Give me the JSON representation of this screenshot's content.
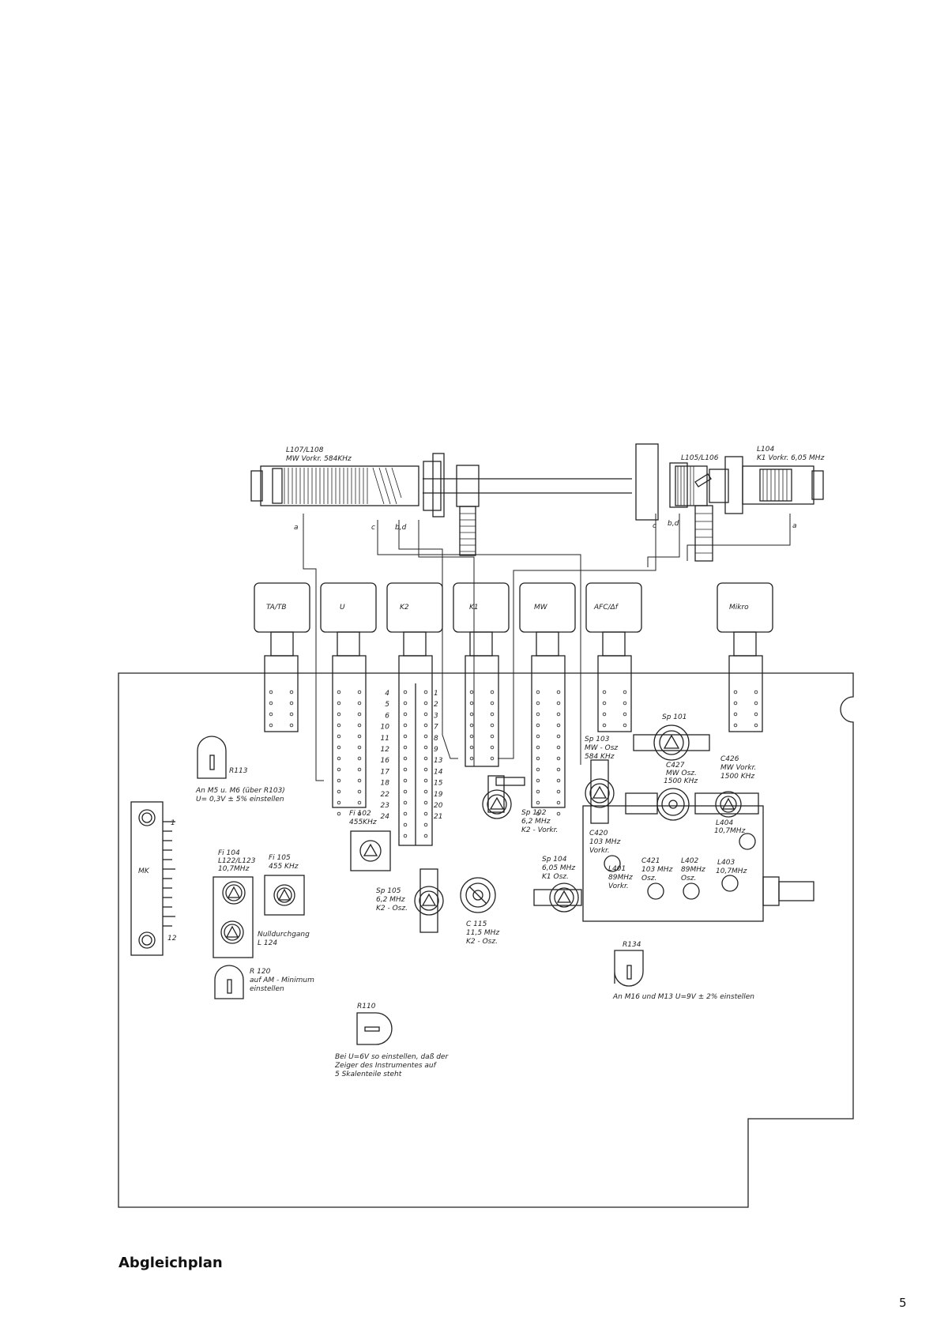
{
  "caption": "Abgleichplan",
  "page_number": "5",
  "coils_top": {
    "left_label": [
      "L107/L108",
      "MW Vorkr.  584KHz"
    ],
    "mid_label": "L105/L106",
    "right_label": [
      "L104",
      "K1 Vorkr.  6,05 MHz"
    ],
    "taps_left": [
      "a",
      "c",
      "b,d"
    ],
    "taps_right": [
      "c",
      "b,d",
      "a"
    ]
  },
  "switch_buttons": [
    {
      "label": "TA/TB"
    },
    {
      "label": "U"
    },
    {
      "label": "K2"
    },
    {
      "label": "K1"
    },
    {
      "label": "MW"
    },
    {
      "label": "AFC/Δf"
    },
    {
      "label": "Mikro"
    }
  ],
  "k2_pins_left": [
    "4",
    "5",
    "6",
    "10",
    "11",
    "12",
    "16",
    "17",
    "18",
    "22",
    "23",
    "24"
  ],
  "k2_pins_right": [
    "1",
    "2",
    "3",
    "7",
    "8",
    "9",
    "13",
    "14",
    "15",
    "19",
    "20",
    "21"
  ],
  "scale": {
    "label": "MK",
    "top": "1",
    "bottom": "12"
  },
  "annotations": {
    "r113": {
      "name": "R113",
      "lines": [
        "An M5 u. M6 (über R103)",
        "U= 0,3V ± 5% einstellen"
      ]
    },
    "fi102": {
      "name": "Fi 102",
      "value": "455KHz"
    },
    "fi104": [
      "Fi 104",
      "L122/L123",
      "10,7MHz"
    ],
    "fi105": [
      "Fi 105",
      "455 KHz"
    ],
    "nulldurchgang": [
      "Nulldurchgang",
      "L 124"
    ],
    "r120": [
      "R 120",
      "auf AM - Minimum",
      "einstellen"
    ],
    "r110": {
      "name": "R110",
      "lines": [
        "Bei U=6V so einstellen, daß der",
        "Zeiger des Instrumentes auf",
        "5 Skalenteile steht"
      ]
    },
    "sp102": [
      "Sp 102",
      "6,2 MHz",
      "K2 - Vorkr."
    ],
    "sp105": [
      "Sp 105",
      "6,2 MHz",
      "K2 - Osz."
    ],
    "c115": [
      "C 115",
      "11,5 MHz",
      "K2 - Osz."
    ],
    "sp103": [
      "Sp 103",
      "MW - Osz",
      "584 KHz"
    ],
    "sp101": "Sp 101",
    "c427": [
      "C427",
      "MW Osz.",
      "1500 KHz"
    ],
    "c426": [
      "C426",
      "MW Vorkr.",
      "1500 KHz"
    ],
    "l404": [
      "L404",
      "10,7MHz"
    ],
    "c420": [
      "C420",
      "103 MHz",
      "Vorkr."
    ],
    "sp104": [
      "Sp 104",
      "6,05 MHz",
      "K1 Osz."
    ],
    "l401": [
      "L401",
      "89MHz",
      "Vorkr."
    ],
    "c421": [
      "C421",
      "103 MHz",
      "Osz."
    ],
    "l402": [
      "L402",
      "89MHz",
      "Osz."
    ],
    "l403": [
      "L403",
      "10,7MHz"
    ],
    "r134": {
      "name": "R134",
      "lines": [
        "An M16 und M13 U=9V ± 2% einstellen"
      ]
    }
  },
  "colors": {
    "ink": "#222222",
    "paper": "#ffffff"
  }
}
